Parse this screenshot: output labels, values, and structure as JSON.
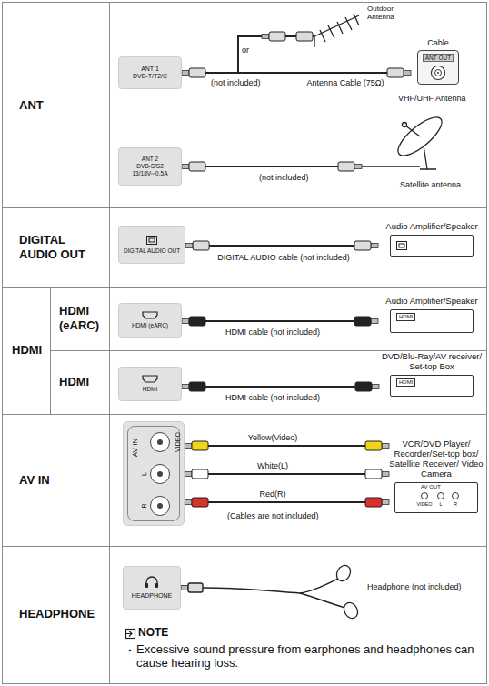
{
  "diagram": {
    "nodes": [
      {
        "text": [
          "ANT"
        ]
      },
      {
        "text": [
          "ANT 1",
          "DVB-T/T2/C"
        ]
      },
      {
        "text": [
          "Cable",
          "ANT OUT"
        ]
      },
      {
        "text": [
          "ANT 2",
          "DVB-S/S2",
          "13/18V⎓0.5A"
        ]
      },
      {
        "text": [
          "DIGITAL AUDIO OUT"
        ]
      },
      {
        "text": [
          "DIGITAL AUDIO OUT"
        ]
      },
      {
        "text": [
          "Audio Amplifier/Speaker"
        ]
      },
      {
        "text": [
          "HDMI"
        ]
      },
      {
        "text": [
          "HDMI (eARC)"
        ]
      },
      {
        "text": [
          "HDMI (eARC)"
        ]
      },
      {
        "text": [
          "Audio Amplifier/Speaker",
          "HDMI"
        ]
      },
      {
        "text": [
          "HDMI"
        ]
      },
      {
        "text": [
          "HDMI"
        ]
      },
      {
        "text": [
          "DVD/Blu-Ray/AV receiver/ Set-top Box",
          "HDMI"
        ]
      },
      {
        "text": [
          "AV IN"
        ]
      },
      {
        "text": [
          "AV IN",
          "VIDEO",
          "L",
          "R"
        ]
      },
      {
        "text": [
          "VCR/DVD Player/ Recorder/Set-top box/ Satellite Receiver/ Video Camera",
          "AV OUT",
          "VIDEO",
          "L",
          "R"
        ]
      },
      {
        "text": [
          "HEADPHONE"
        ]
      },
      {
        "text": [
          "HEADPHONE"
        ]
      }
    ],
    "edges": [
      {
        "from": 1,
        "to": 2,
        "label": "Antenna Cable (75Ω)",
        "arrow": "none"
      },
      {
        "from": 5,
        "to": 6,
        "label": "DIGITAL AUDIO cable (not included)",
        "arrow": "none"
      },
      {
        "from": 9,
        "to": 10,
        "label": "HDMI cable (not included)",
        "arrow": "none"
      },
      {
        "from": 12,
        "to": 13,
        "label": "HDMI cable (not included)",
        "arrow": "none"
      },
      {
        "from": 15,
        "to": 16,
        "label": "Yellow(Video)",
        "arrow": "none"
      },
      {
        "from": 15,
        "to": 16,
        "label": "White(L)",
        "arrow": "none"
      },
      {
        "from": 15,
        "to": 16,
        "label": "Red(R)",
        "arrow": "none"
      }
    ],
    "labels": [
      "Outdoor Antenna",
      "or",
      "(not included)",
      "VHF/UHF Antenna",
      "(not included)",
      "Satellite antenna",
      "(Cables are not included)",
      "Headphone (not included)",
      "NOTE",
      "Excessive sound pressure from earphones and headphones can cause hearing loss."
    ]
  }
}
